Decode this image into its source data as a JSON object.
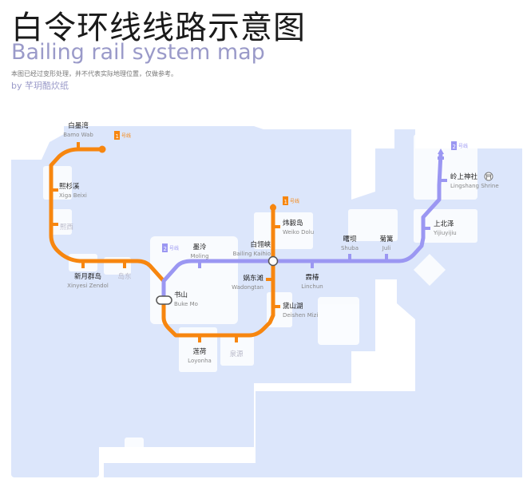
{
  "header": {
    "title_zh": "白令环线线路示意图",
    "title_en": "Bailing rail system map",
    "note": "本图已经过变形处理，并不代表实际地理位置，仅做参考。",
    "author": "by 芊玥酷炊纸"
  },
  "colors": {
    "background": "#ffffff",
    "land": "#dce6fb",
    "land_light": "#eaf0fd",
    "line1": "#f7860f",
    "line2": "#9b97f2"
  },
  "lines": {
    "line1": {
      "number": "1",
      "label": "号线"
    },
    "line2": {
      "number": "2",
      "label": "号线"
    }
  },
  "stations": {
    "bamo_wab": {
      "zh": "白墨湾",
      "en": "Bamo Wab"
    },
    "xiga_beixi": {
      "zh": "熙杉溪",
      "en": "Xiga Beixi"
    },
    "xixi": {
      "zh": "熙西"
    },
    "xinyesi_zendol": {
      "zh": "新月群岛",
      "en": "Xinyesi Zendol"
    },
    "dao_dong": {
      "zh": "岛东"
    },
    "buke_mo": {
      "zh": "书山",
      "en": "Buke Mo"
    },
    "loyonha": {
      "zh": "莲荷",
      "en": "Loyonha"
    },
    "quanyuan": {
      "zh": "泉源"
    },
    "deishen_mizi": {
      "zh": "黛山湖",
      "en": "Deishen Mizi"
    },
    "wadongtan": {
      "zh": "娲东滩",
      "en": "Wadongtan"
    },
    "bailing_kaihio": {
      "zh": "白翎峡",
      "en": "Bailing Kaihio"
    },
    "weiko_dolu": {
      "zh": "炜毅岛",
      "en": "Weiko Dolu"
    },
    "moling": {
      "zh": "墨泠",
      "en": "Moling"
    },
    "linchun": {
      "zh": "霖椿",
      "en": "Linchun"
    },
    "shuba": {
      "zh": "曙坝",
      "en": "Shuba"
    },
    "juli": {
      "zh": "菊篱",
      "en": "Juli"
    },
    "yijiuyijiu": {
      "zh": "上北泽",
      "en": "Yijiuyijiu"
    },
    "lingshang_shrine": {
      "zh": "岭上神社",
      "en": "Lingshang Shrine"
    }
  }
}
